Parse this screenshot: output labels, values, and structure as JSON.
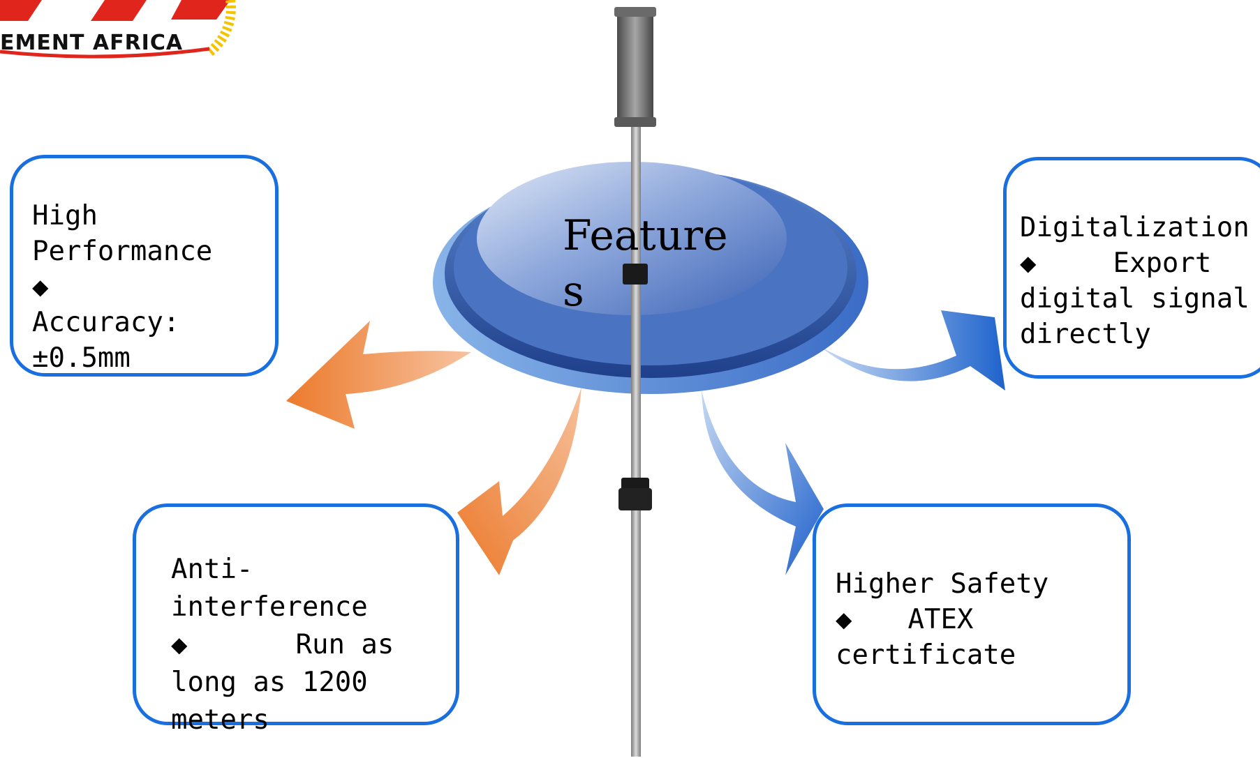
{
  "logo": {
    "text": "EMENT AFRICA"
  },
  "center": {
    "title_line1": "Feature",
    "title_line2": "s"
  },
  "boxes": {
    "high_performance": {
      "heading_line1": "High",
      "heading_line2": "Performance",
      "bullet": "◆",
      "detail_line1": "Accuracy:",
      "detail_line2": "±0.5mm"
    },
    "digitalization": {
      "heading": "Digitalization",
      "bullet": "◆",
      "detail_line1": "Export",
      "detail_line2": "digital signal",
      "detail_line3": "directly"
    },
    "anti_interference": {
      "heading_line1": "Anti-",
      "heading_line2": "interference",
      "bullet": "◆",
      "detail_line1": "Run as",
      "detail_line2": "long as 1200",
      "detail_line3": "meters"
    },
    "higher_safety": {
      "heading": "Higher Safety",
      "bullet": "◆",
      "detail_line1": "ATEX",
      "detail_line2": "certificate"
    }
  },
  "colors": {
    "box_border": "#1a6fe0",
    "disc_blue": "#3f6fc0",
    "arrow_orange": "#ee7f32",
    "arrow_blue": "#2f72d2",
    "logo_red": "#e0261c",
    "logo_yellow": "#f5c400"
  }
}
